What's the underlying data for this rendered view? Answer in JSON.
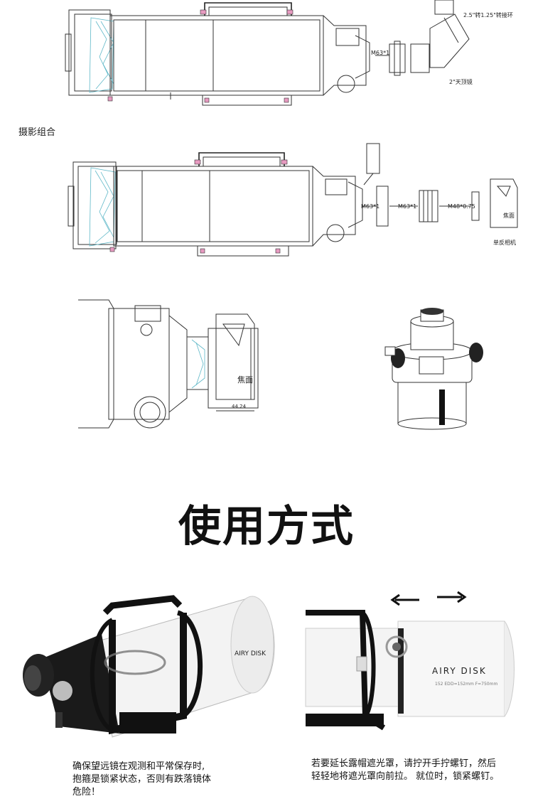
{
  "top_diagram": {
    "adapter_label": "2.5\"转1.25\"转接环",
    "diagonal_label": "2\"天顶镜",
    "thread_label": "M63*1"
  },
  "photo_section": {
    "title": "摄影组合",
    "thread_labels": [
      "M63*1",
      "M63*1",
      "M48*0.75"
    ],
    "focal_label_small": "焦面",
    "camera_label": "单反相机"
  },
  "closeup": {
    "focal_label": "焦面",
    "dimension_label": "44.24"
  },
  "usage": {
    "heading": "使用方式",
    "caption_left": [
      "确保望远镜在观测和平常保存时,",
      "抱箍是锁紧状态，否则有跌落镜体",
      "危险！"
    ],
    "caption_right": [
      "若要延长露帽遮光罩，请拧开手拧螺钉，然后",
      "轻轻地将遮光罩向前拉。 就位时，锁紧螺钉。"
    ],
    "brand_left": "AIRY DISK",
    "brand_right": "AIRY DISK",
    "model_right": "152 ED",
    "spec_right": "D=152mm  F=750mm"
  },
  "colors": {
    "lens_coating": "#5fb8c8",
    "mount_marker": "#e79ac0",
    "black": "#111111"
  },
  "icons": [
    "arrow-left-icon",
    "arrow-right-icon",
    "rotate-icon"
  ]
}
